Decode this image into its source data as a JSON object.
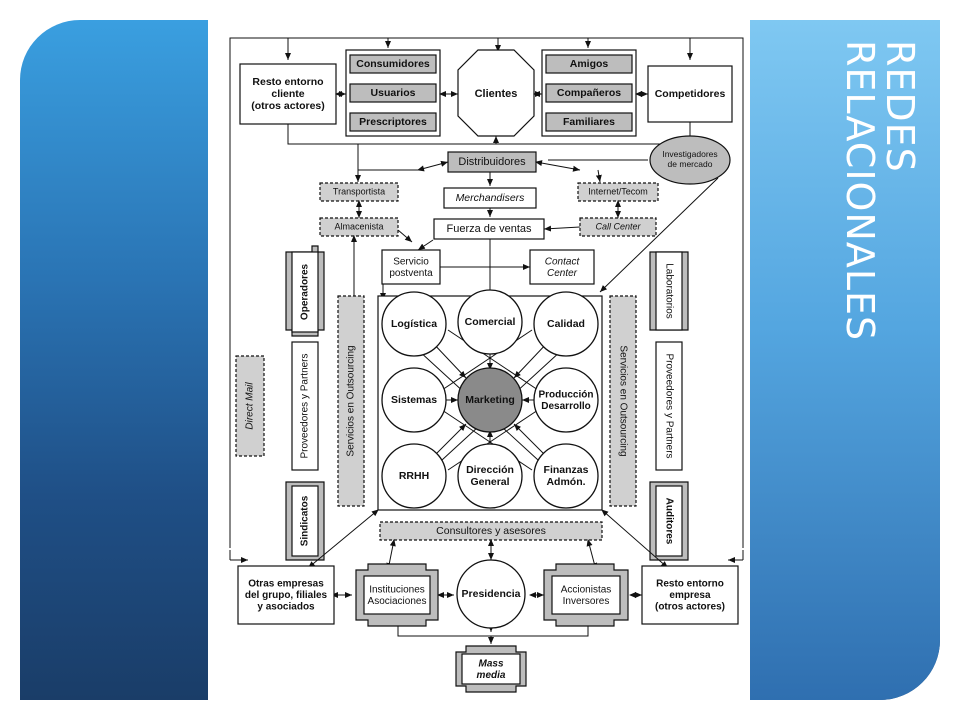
{
  "slide": {
    "title": "REDES\nRELACIONALES",
    "colors": {
      "panel_top": "#3a9fe0",
      "panel_bottom": "#1a3d68",
      "title_text": "#ffffff",
      "accent_light": "#7fc8f2"
    }
  },
  "diagram": {
    "top_left_box": "Resto entorno\ncliente\n(otros actores)",
    "left_group": [
      "Consumidores",
      "Usuarios",
      "Prescriptores"
    ],
    "center_top": "Clientes",
    "right_group": [
      "Amigos",
      "Compañeros",
      "Familiares"
    ],
    "top_right_box": "Competidores",
    "investigadores": "Investigadores\nde mercado",
    "distribuidores": "Distribuidores",
    "transportista": "Transportista",
    "internet": "Internet/Tecom",
    "merchandisers": "Merchandisers",
    "almacenista": "Almacenista",
    "fuerza_ventas": "Fuerza de ventas",
    "call_center": "Call Center",
    "servicio_postventa": "Servicio\npostventa",
    "contact_center": "Contact\nCenter",
    "operadores": "Operadores",
    "laboratorios": "Laboratorios",
    "proveedores_left": "Proveedores y Partners",
    "proveedores_right": "Proveedores y Partners",
    "outsourcing_left": "Servicios en Outsourcing",
    "outsourcing_right": "Servicios en Outsourcing",
    "direct_mail": "Direct Mail",
    "sindicatos": "Sindicatos",
    "auditores": "Auditores",
    "circles": [
      "Logística",
      "Comercial",
      "Calidad",
      "Sistemas",
      "Marketing",
      "Producción\nDesarrollo",
      "RRHH",
      "Dirección\nGeneral",
      "Finanzas\nAdmón."
    ],
    "consultores": "Consultores y asesores",
    "otras_empresas": "Otras empresas\ndel grupo, filiales\ny asociados",
    "instituciones": "Instituciones\nAsociaciones",
    "presidencia": "Presidencia",
    "accionistas": "Accionistas\nInversores",
    "resto_empresa": "Resto entorno\nempresa\n(otros actores)",
    "mass_media": "Mass\nmedia"
  }
}
